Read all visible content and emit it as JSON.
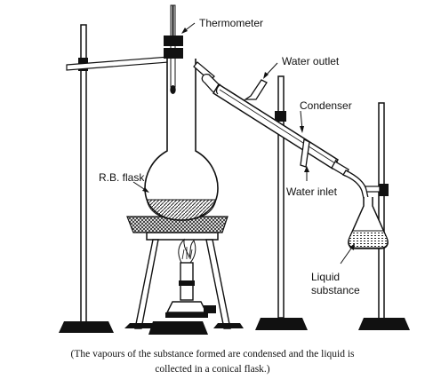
{
  "labels": {
    "thermometer": "Thermometer",
    "water_outlet": "Water outlet",
    "condenser": "Condenser",
    "rb_flask": "R.B. flask",
    "water_inlet": "Water inlet",
    "liquid_line1": "Liquid",
    "liquid_line2": "substance"
  },
  "caption": {
    "line1": "(The vapours of the substance formed are condensed and the liquid is",
    "line2": "collected in a conical flask.)"
  }
}
